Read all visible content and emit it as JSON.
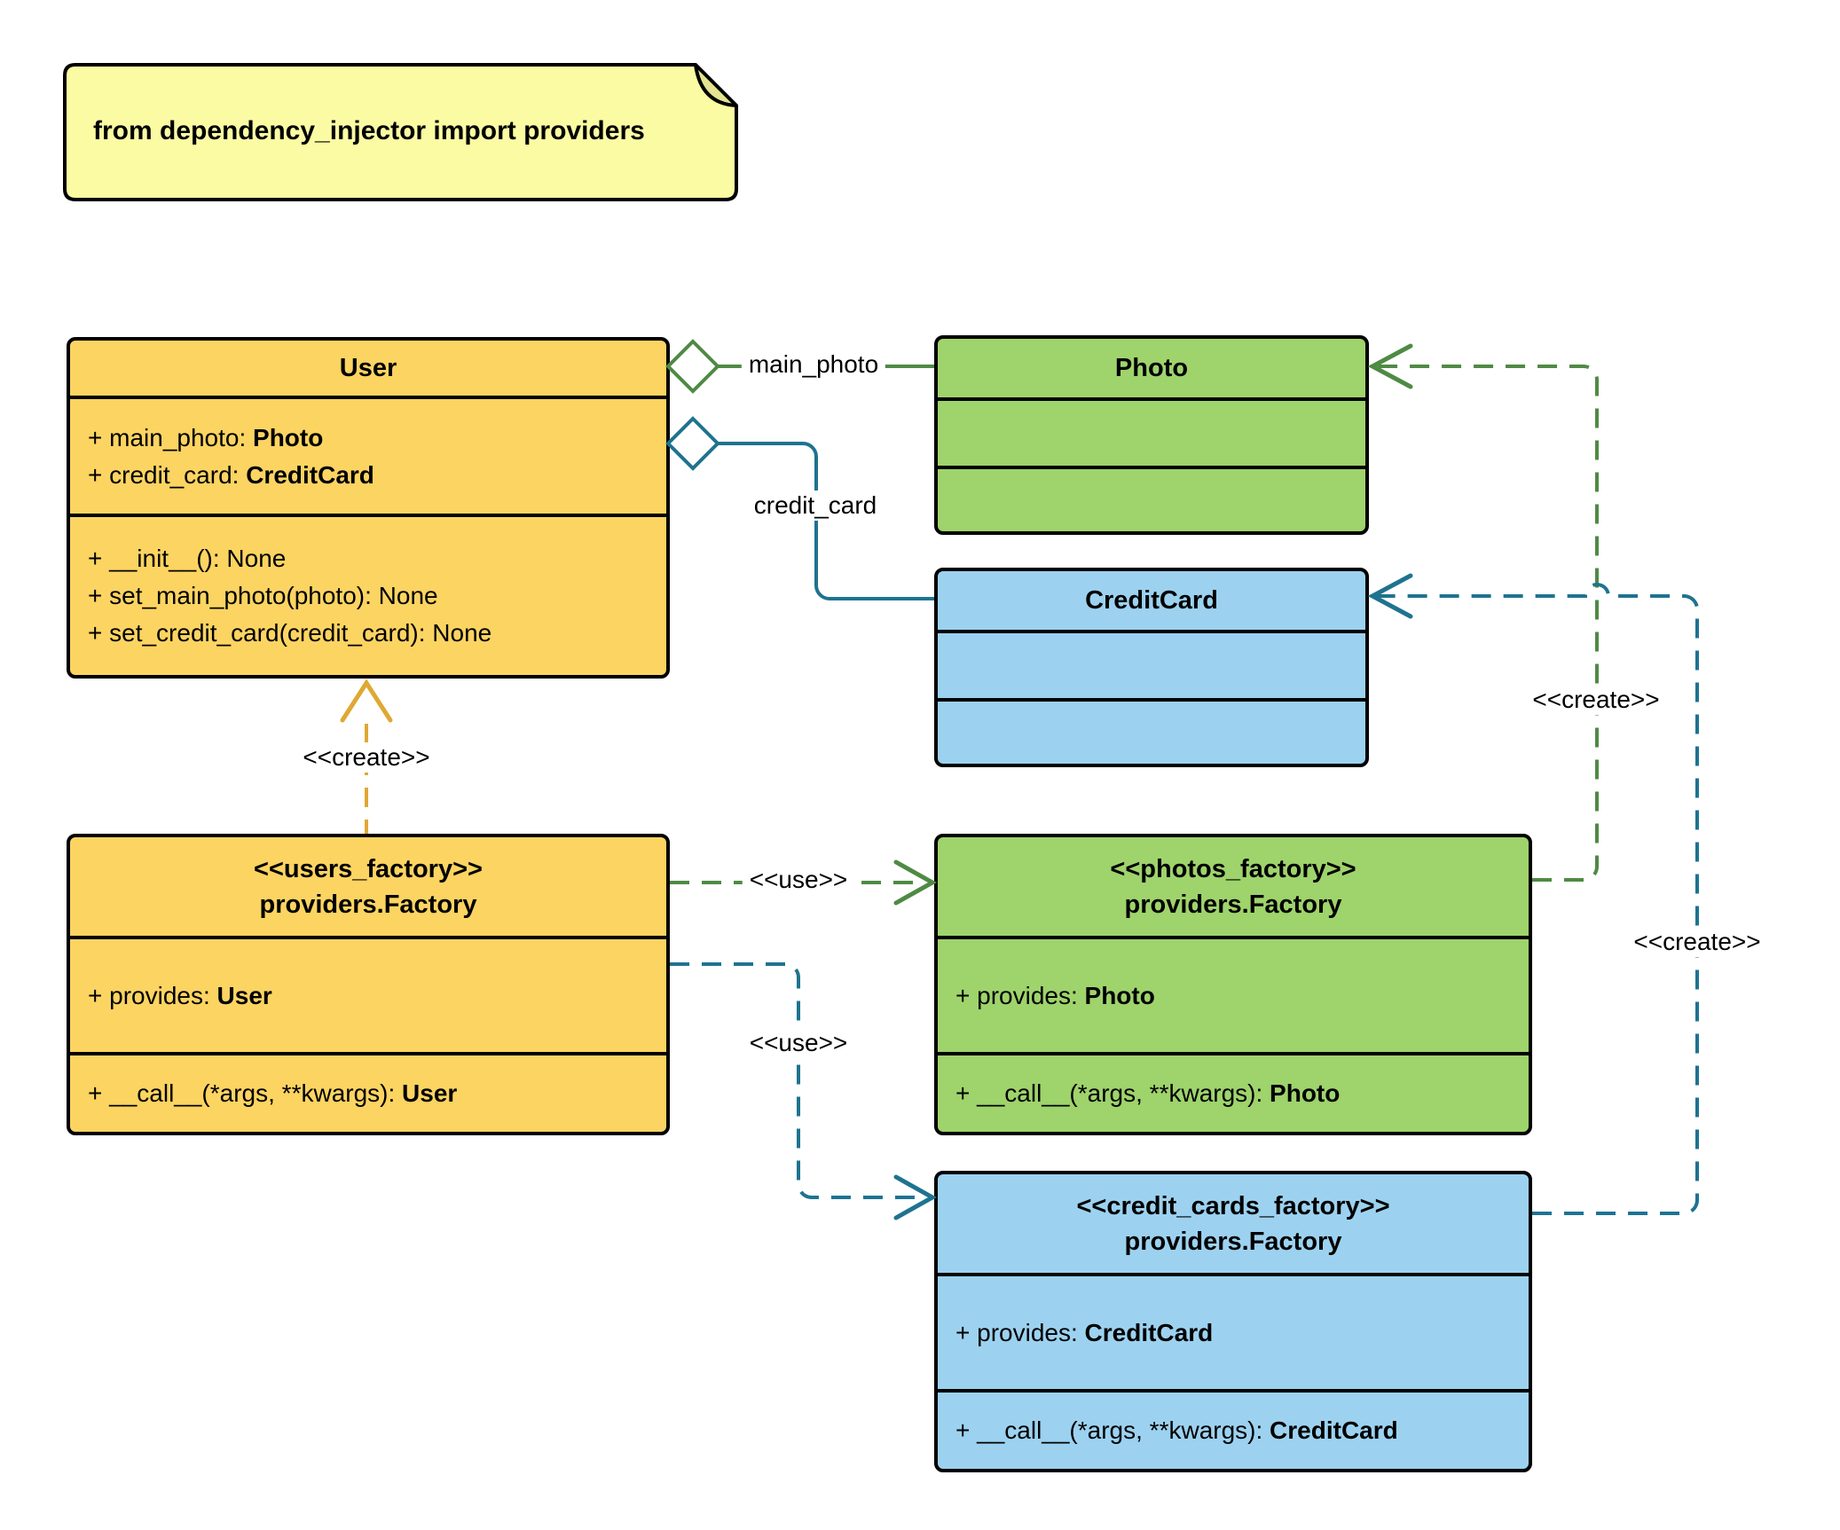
{
  "note": {
    "text": "from dependency_injector import providers"
  },
  "classes": {
    "user": {
      "name": "User",
      "attributes": [
        {
          "text": "+ main_photo: ",
          "type": "Photo"
        },
        {
          "text": "+ credit_card: ",
          "type": "CreditCard"
        }
      ],
      "methods": [
        {
          "text": "+ __init__(): None",
          "type": ""
        },
        {
          "text": "+ set_main_photo(photo): None",
          "type": ""
        },
        {
          "text": "+ set_credit_card(credit_card): None",
          "type": ""
        }
      ]
    },
    "photo": {
      "name": "Photo"
    },
    "credit_card": {
      "name": "CreditCard"
    },
    "users_factory": {
      "stereotype": "<<users_factory>>",
      "name": "providers.Factory",
      "attributes": [
        {
          "text": "+ provides: ",
          "type": "User"
        }
      ],
      "methods": [
        {
          "text": "+ __call__(*args, **kwargs): ",
          "type": "User"
        }
      ]
    },
    "photos_factory": {
      "stereotype": "<<photos_factory>>",
      "name": "providers.Factory",
      "attributes": [
        {
          "text": "+ provides: ",
          "type": "Photo"
        }
      ],
      "methods": [
        {
          "text": "+ __call__(*args, **kwargs): ",
          "type": "Photo"
        }
      ]
    },
    "credit_cards_factory": {
      "stereotype": "<<credit_cards_factory>>",
      "name": "providers.Factory",
      "attributes": [
        {
          "text": "+ provides: ",
          "type": "CreditCard"
        }
      ],
      "methods": [
        {
          "text": "+ __call__(*args, **kwargs): ",
          "type": "CreditCard"
        }
      ]
    }
  },
  "connector_labels": {
    "main_photo": "main_photo",
    "credit_card": "credit_card",
    "create_user": "<<create>>",
    "use_photos": "<<use>>",
    "use_credit_cards": "<<use>>",
    "create_photo": "<<create>>",
    "create_credit_card": "<<create>>"
  },
  "colors": {
    "yellow-fill": "#FCD462",
    "green-fill": "#9FD36C",
    "blue-fill": "#9CD2F0",
    "note-fill": "#FBFBA3",
    "note-fold": "#E3E390",
    "green-line": "#4F8A44",
    "blue-line": "#1F7390",
    "gold-line": "#DFA833",
    "border": "#000000",
    "canvas-bg": "#FFFFFF",
    "label-text": "#000000"
  }
}
